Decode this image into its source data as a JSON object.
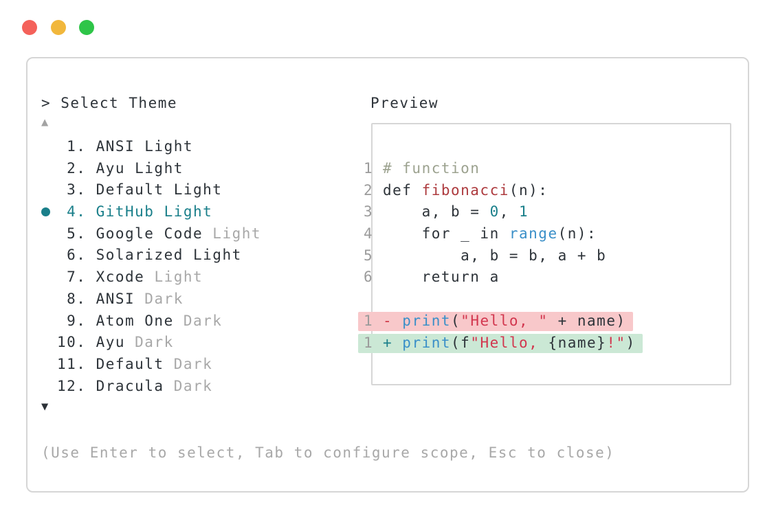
{
  "window_controls": {
    "close_color": "#f4615a",
    "minimize_color": "#f1b73c",
    "zoom_color": "#2ec548"
  },
  "theme_picker": {
    "prompt": "> Select Theme",
    "scroll_up_glyph": "▲",
    "scroll_down_glyph": "▼",
    "items": [
      {
        "number": " 1.",
        "main": "ANSI Light",
        "suffix": "",
        "selected": false
      },
      {
        "number": " 2.",
        "main": "Ayu Light",
        "suffix": "",
        "selected": false
      },
      {
        "number": " 3.",
        "main": "Default Light",
        "suffix": "",
        "selected": false
      },
      {
        "number": " 4.",
        "main": "GitHub Light",
        "suffix": "",
        "selected": true
      },
      {
        "number": " 5.",
        "main": "Google Code",
        "suffix": " Light",
        "selected": false
      },
      {
        "number": " 6.",
        "main": "Solarized Light",
        "suffix": "",
        "selected": false
      },
      {
        "number": " 7.",
        "main": "Xcode",
        "suffix": " Light",
        "selected": false
      },
      {
        "number": " 8.",
        "main": "ANSI",
        "suffix": " Dark",
        "selected": false
      },
      {
        "number": " 9.",
        "main": "Atom One",
        "suffix": " Dark",
        "selected": false
      },
      {
        "number": "10.",
        "main": "Ayu",
        "suffix": " Dark",
        "selected": false
      },
      {
        "number": "11.",
        "main": "Default",
        "suffix": " Dark",
        "selected": false
      },
      {
        "number": "12.",
        "main": "Dracula",
        "suffix": " Dark",
        "selected": false
      }
    ],
    "help_text": "(Use Enter to select, Tab to configure scope, Esc to close)"
  },
  "preview": {
    "title": "Preview",
    "code_lines": [
      {
        "num": "1",
        "tokens": [
          {
            "t": "# function",
            "c": "comment"
          }
        ]
      },
      {
        "num": "2",
        "tokens": [
          {
            "t": "def ",
            "c": "fg"
          },
          {
            "t": "fibonacci",
            "c": "func"
          },
          {
            "t": "(n):",
            "c": "fg"
          }
        ]
      },
      {
        "num": "3",
        "tokens": [
          {
            "t": "    a, b = ",
            "c": "fg"
          },
          {
            "t": "0",
            "c": "num"
          },
          {
            "t": ", ",
            "c": "fg"
          },
          {
            "t": "1",
            "c": "num"
          }
        ]
      },
      {
        "num": "4",
        "tokens": [
          {
            "t": "    for _ in ",
            "c": "fg"
          },
          {
            "t": "range",
            "c": "call"
          },
          {
            "t": "(n):",
            "c": "fg"
          }
        ]
      },
      {
        "num": "5",
        "tokens": [
          {
            "t": "        a, b = b, a + b",
            "c": "fg"
          }
        ]
      },
      {
        "num": "6",
        "tokens": [
          {
            "t": "    return a",
            "c": "fg"
          }
        ]
      }
    ],
    "diff_lines": [
      {
        "num": "1",
        "kind": "removed",
        "tokens": [
          {
            "t": "- ",
            "c": "rm"
          },
          {
            "t": "print",
            "c": "call"
          },
          {
            "t": "(",
            "c": "fg"
          },
          {
            "t": "\"Hello, \"",
            "c": "str"
          },
          {
            "t": " + name)",
            "c": "fg"
          }
        ]
      },
      {
        "num": "1",
        "kind": "added",
        "tokens": [
          {
            "t": "+ ",
            "c": "add"
          },
          {
            "t": "print",
            "c": "call"
          },
          {
            "t": "(f",
            "c": "fg"
          },
          {
            "t": "\"Hello, ",
            "c": "str"
          },
          {
            "t": "{name}",
            "c": "fg"
          },
          {
            "t": "!\"",
            "c": "str"
          },
          {
            "t": ")",
            "c": "fg"
          }
        ]
      }
    ]
  },
  "colors": {
    "accent_teal": "#1a7f8a",
    "text_dark": "#2d3339",
    "text_dim": "#a8a8a8",
    "line_number_gray": "#9b9b9b",
    "comment_green_gray": "#9ca28f",
    "function_red": "#ad3a3e",
    "string_crimson": "#d2364e",
    "builtin_blue": "#3a8fc8",
    "removed_marker_red": "#cf3a47",
    "removed_line_bg": "#f8c8ca",
    "added_line_bg": "#cbe8d5",
    "border_gray": "#d6d6d6"
  }
}
